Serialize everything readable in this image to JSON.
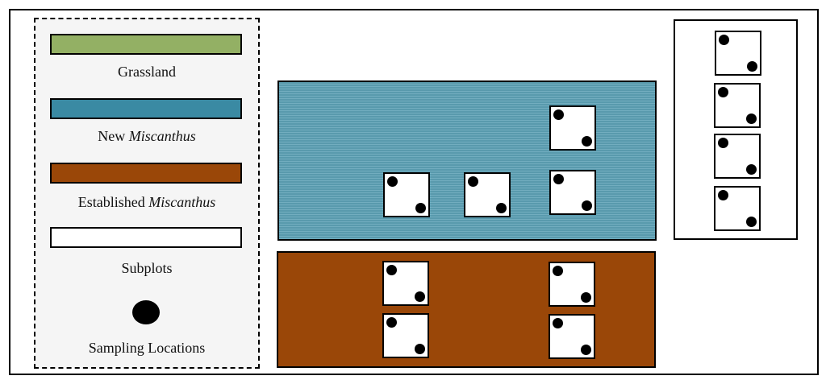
{
  "colors": {
    "grassland": "#93b064",
    "new_miscanthus": "#3a8aa3",
    "established_miscanthus": "#9a4708",
    "subplot": "#ffffff",
    "legend_background": "#f5f5f5"
  },
  "legend": {
    "grassland_label": "Grassland",
    "new_miscanthus_prefix": "New ",
    "new_miscanthus_italic": "Miscanthus",
    "established_prefix": "Established ",
    "established_italic": "Miscanthus",
    "subplots_label": "Subplots",
    "sampling_label": "Sampling Locations"
  },
  "plots": {
    "new_miscanthus_subplot_count": 4,
    "established_miscanthus_subplot_count": 4,
    "grassland_subplot_count": 4,
    "sampling_locations_per_subplot": 2
  }
}
